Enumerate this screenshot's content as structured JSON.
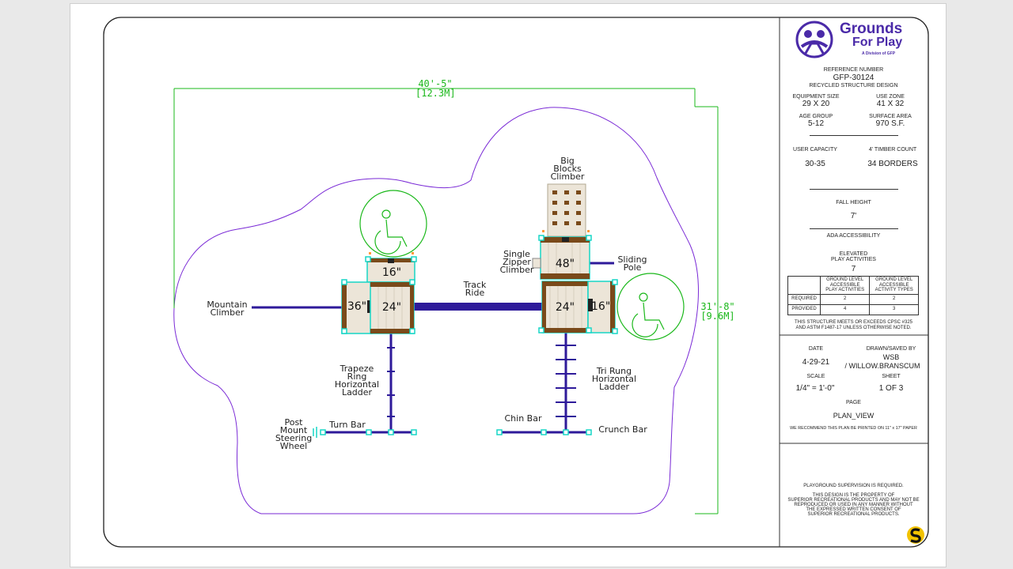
{
  "colors": {
    "border": "#7a2ad6",
    "structure": "#2e1a9a",
    "deck": "#ece5d8",
    "post": "#7a4a1a",
    "frame": "#16d6c6",
    "dimension": "#1bb81b",
    "logo": "#4a2aa8"
  },
  "logo": {
    "word1": "Grounds",
    "word2": "For Play",
    "tagline": "A Division of GFP"
  },
  "title_block": {
    "reference_label": "REFERENCE NUMBER",
    "reference_number": "GFP-30124",
    "design_name": "RECYCLED STRUCTURE DESIGN",
    "equipment_size_label": "EQUIPMENT SIZE",
    "equipment_size": "29 X 20",
    "use_zone_label": "USE ZONE",
    "use_zone": "41 X 32",
    "age_group_label": "AGE GROUP",
    "age_group": "5-12",
    "surface_area_label": "SURFACE AREA",
    "surface_area": "970  S.F.",
    "user_capacity_label": "USER CAPACITY",
    "user_capacity": "30-35",
    "timber_count_label": "4' TIMBER COUNT",
    "timber_count": "34 BORDERS",
    "fall_height_label": "FALL HEIGHT",
    "fall_height": "7'",
    "ada_label": "ADA ACCESSIBILITY",
    "elevated_label_1": "ELEVATED",
    "elevated_label_2": "PLAY ACTIVITIES",
    "elevated_value": "7",
    "ada_table": {
      "col1": [
        "GROUND LEVEL",
        "ACCESSIBLE",
        "PLAY ACTIVITIES"
      ],
      "col2": [
        "GROUND LEVEL",
        "ACCESSIBLE",
        "ACTIVITY TYPES"
      ],
      "rows": [
        {
          "label": "REQUIRED",
          "v1": "2",
          "v2": "2"
        },
        {
          "label": "PROVIDED",
          "v1": "4",
          "v2": "3"
        }
      ]
    },
    "compliance_1": "THIS STRUCTURE MEETS OR EXCEEDS CPSC #325",
    "compliance_2": "AND ASTM F1487-17 UNLESS OTHERWISE NOTED.",
    "date_label": "DATE",
    "date": "4-29-21",
    "drawn_label": "DRAWN/SAVED BY",
    "drawn_1": "WSB",
    "drawn_2": "/ WILLOW.BRANSCUM",
    "scale_label": "SCALE",
    "scale": "1/4\" = 1'-0\"",
    "sheet_label": "SHEET",
    "sheet": "1  OF  3",
    "page_label": "PAGE",
    "page": "PLAN_VIEW",
    "print_note": "WE RECOMMEND THIS PLAN BE PRINTED ON 11\" x 17\" PAPER",
    "supervision": "PLAYGROUND SUPERVISION IS REQUIRED.",
    "property_1": "THIS DESIGN IS THE PROPERTY OF",
    "property_2": "SUPERIOR RECREATIONAL PRODUCTS AND MAY NOT BE",
    "property_3": "REPRODUCED OR USED IN ANY MANNER WITHOUT",
    "property_4": "THE EXPRESSED WRITTEN CONSENT OF",
    "property_5": "SUPERIOR RECREATIONAL PRODUCTS."
  },
  "dimensions": {
    "width_ft": "40'-5\"",
    "width_m": "[12.3M]",
    "depth_ft": "31'-8\"",
    "depth_m": "[9.6M]"
  },
  "decks": {
    "d16_left": "16\"",
    "d36": "36\"",
    "d24_left": "24\"",
    "d48": "48\"",
    "d24_right": "24\"",
    "d16_right": "16\""
  },
  "labels": {
    "mountain_climber": [
      "Mountain",
      "Climber"
    ],
    "track_ride": [
      "Track",
      "Ride"
    ],
    "big_blocks": [
      "Big",
      "Blocks",
      "Climber"
    ],
    "single_zipper": [
      "Single",
      "Zipper",
      "Climber"
    ],
    "sliding_pole": [
      "Sliding",
      "Pole"
    ],
    "trapeze": [
      "Trapeze",
      "Ring",
      "Horizontal",
      "Ladder"
    ],
    "tri_rung": [
      "Tri Rung",
      "Horizontal",
      "Ladder"
    ],
    "post_mount": [
      "Post",
      "Mount",
      "Steering",
      "Wheel"
    ],
    "turn_bar": "Turn Bar",
    "chin_bar": "Chin Bar",
    "crunch_bar": "Crunch Bar"
  }
}
